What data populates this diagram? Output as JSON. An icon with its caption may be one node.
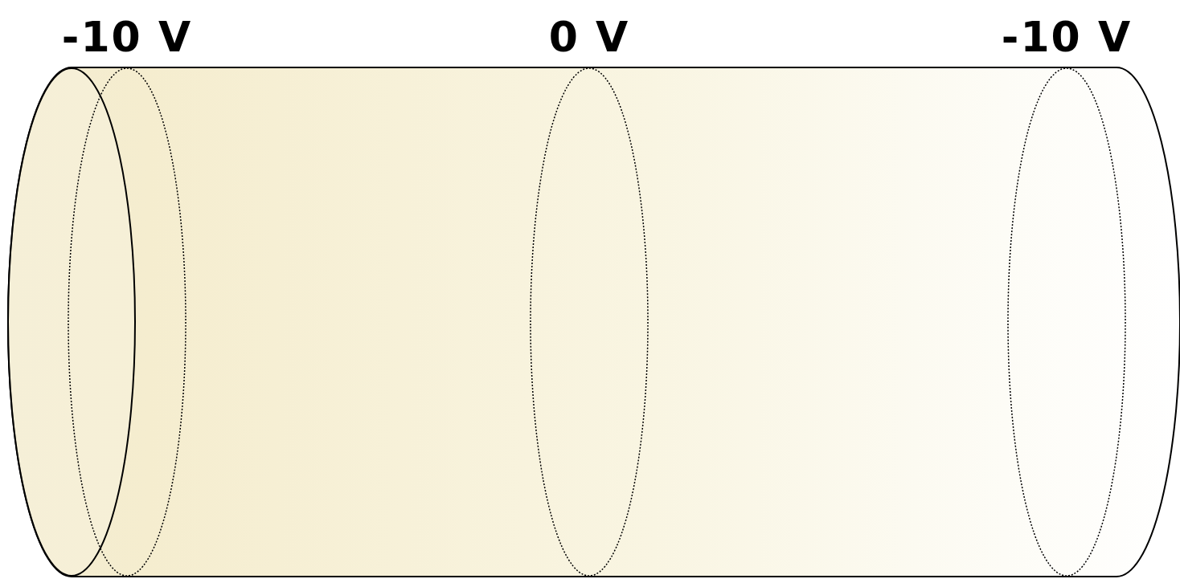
{
  "diagram": {
    "nodes": [
      {
        "text": [],
        "shape": "cylinder"
      },
      {
        "text": [],
        "shape": "ellipse",
        "in": 0,
        "beside": [
          "-10 V"
        ]
      },
      {
        "text": [],
        "shape": "ellipse",
        "in": 0,
        "beside": [
          "0 V"
        ]
      },
      {
        "text": [],
        "shape": "ellipse",
        "in": 0,
        "beside": [
          "-10 V"
        ]
      }
    ]
  }
}
